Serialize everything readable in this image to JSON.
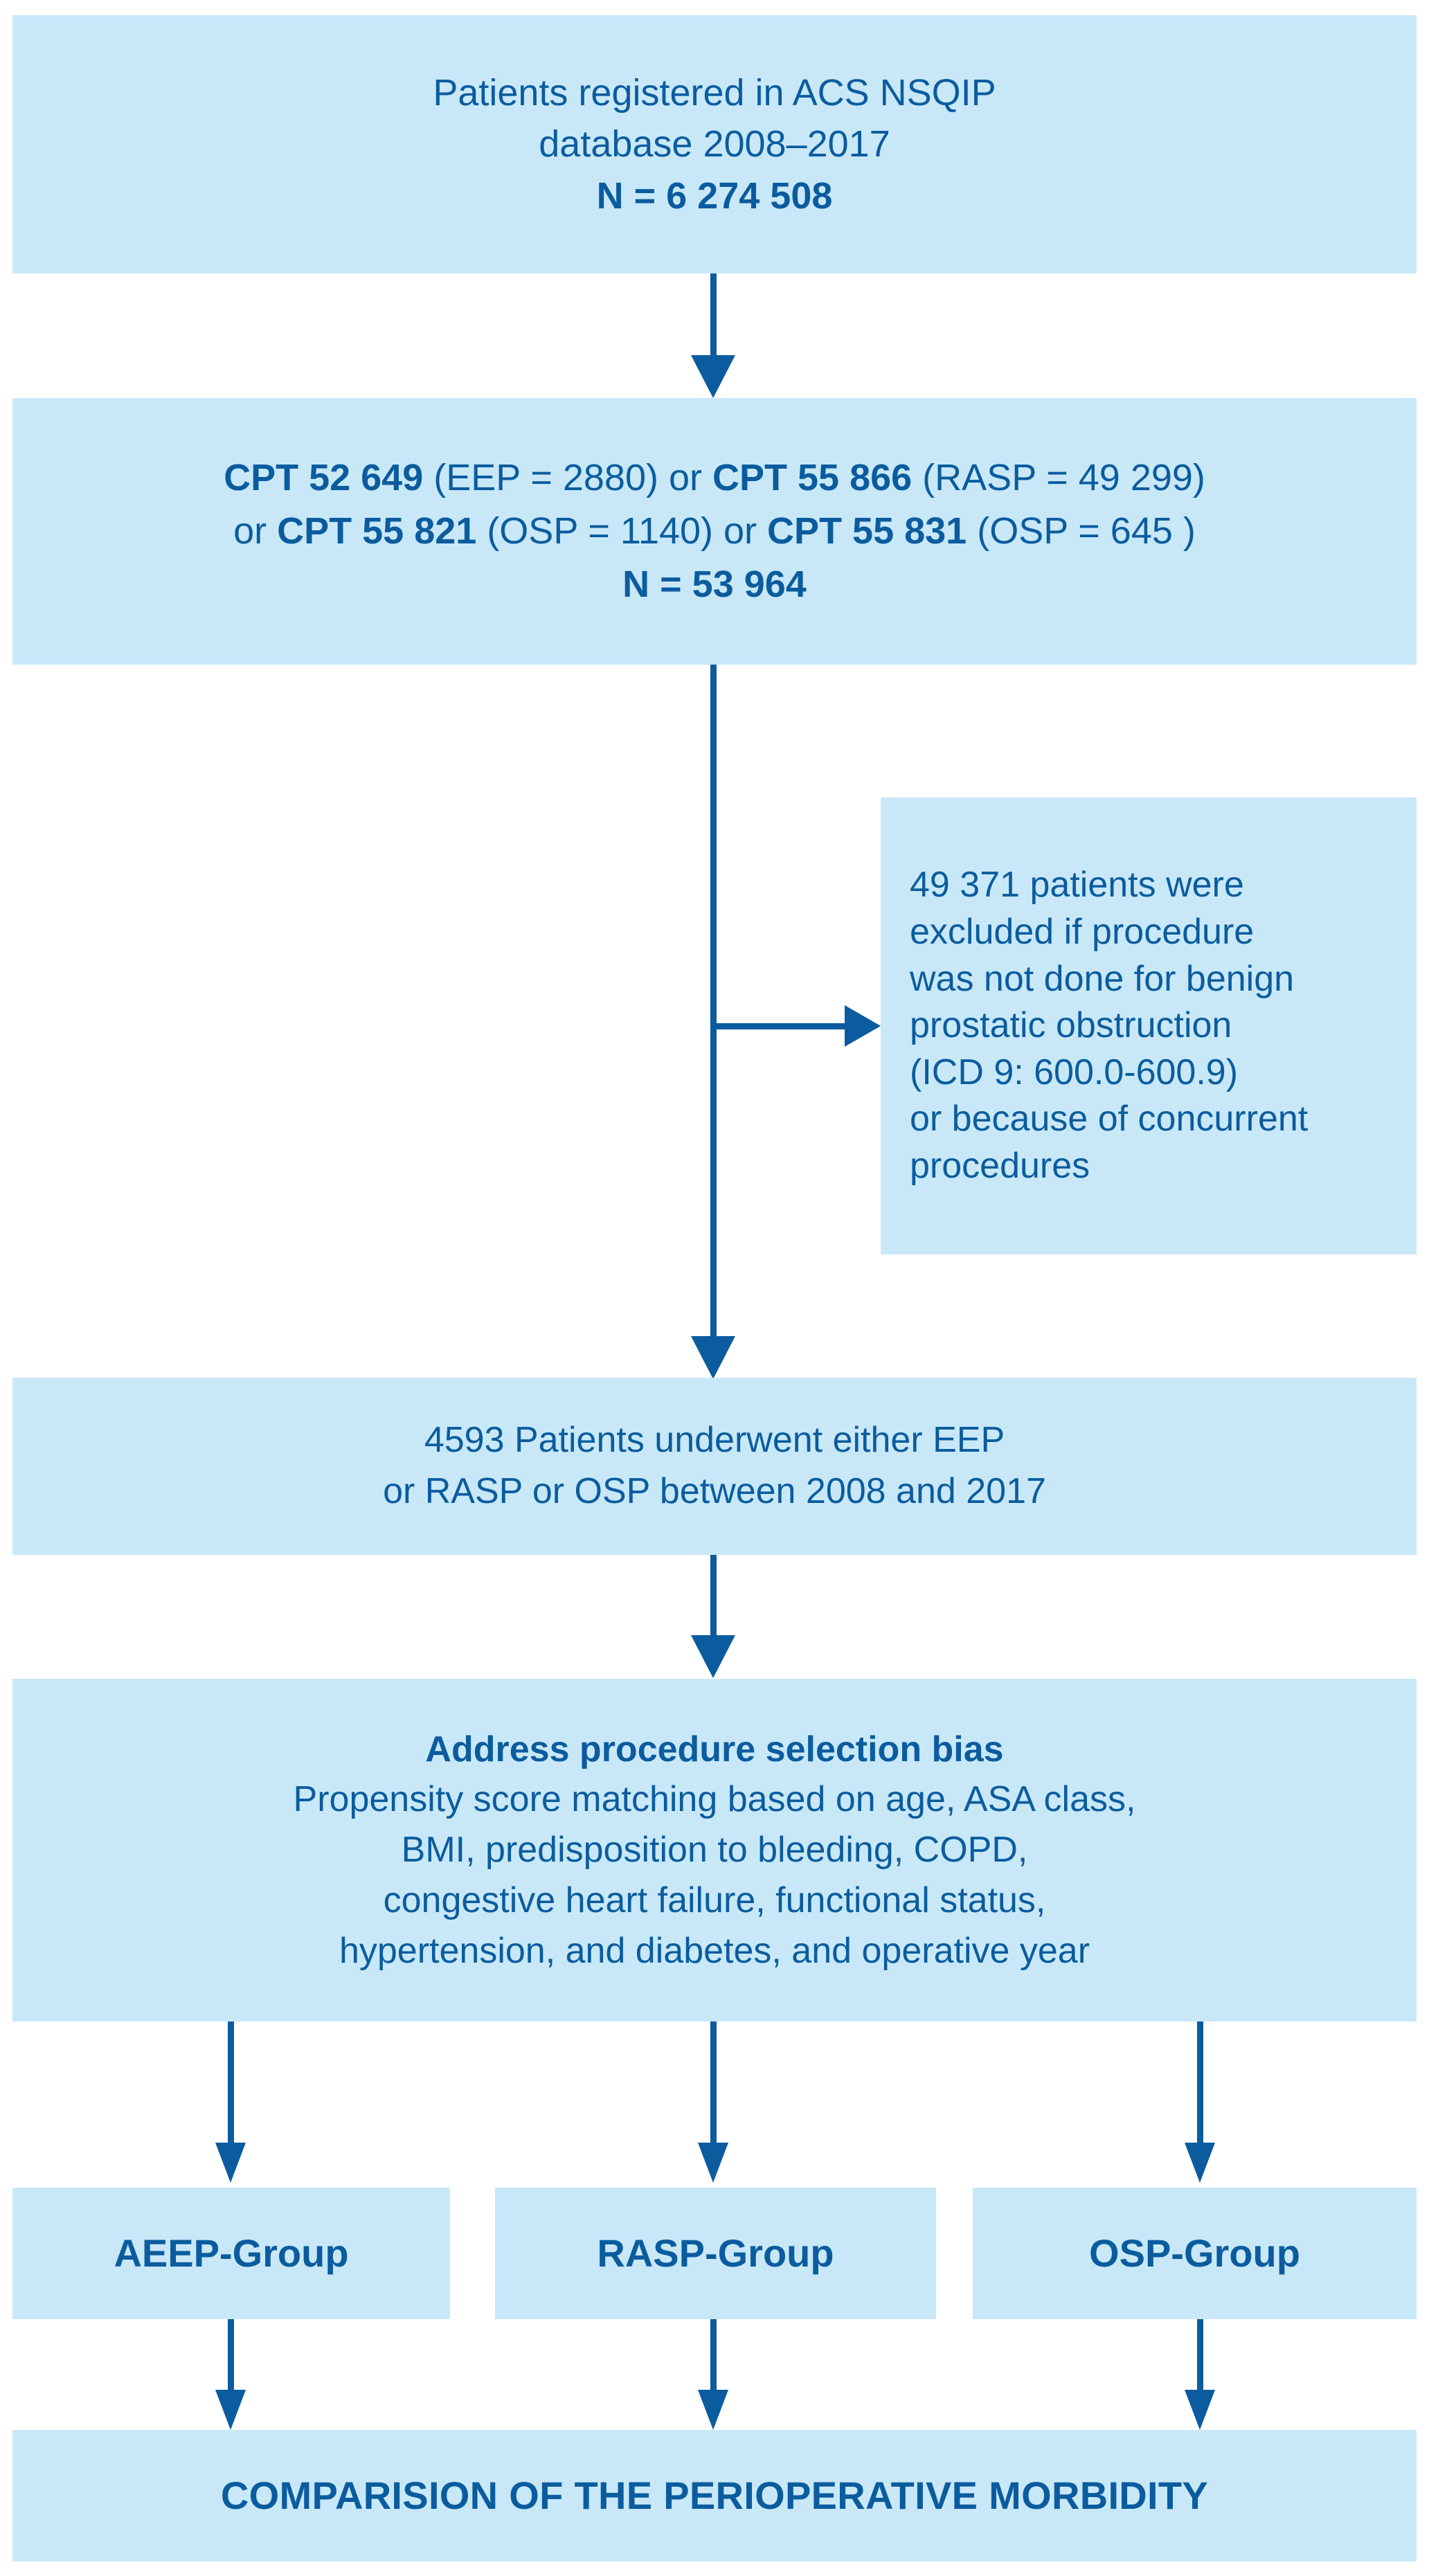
{
  "diagram": {
    "title": "Patient selection flow diagram",
    "colors": {
      "box_fill": "#c8e8f8",
      "text": "#0b5c9e",
      "arrow": "#0b5c9e",
      "background": "#ffffff"
    },
    "nodes": {
      "registry": {
        "line1": "Patients registered in ACS NSQIP",
        "line2": "database 2008–2017",
        "line3": "N = 6 274 508"
      },
      "cpt": {
        "line1_a": "CPT 52 649",
        "line1_b": " (EEP = 2880) or ",
        "line1_c": "CPT 55 866",
        "line1_d": " (RASP = 49 299)",
        "line2_a": "or ",
        "line2_b": "CPT 55 821",
        "line2_c": " (OSP = 1140) or ",
        "line2_d": "CPT 55 831",
        "line2_e": " (OSP = 645 )",
        "line3": "N = 53 964"
      },
      "excluded": {
        "line1": "49 371 patients were",
        "line2": "excluded if procedure",
        "line3": "was not done for benign",
        "line4": "prostatic obstruction",
        "line5": "(ICD 9: 600.0-600.9)",
        "line6": "or because of concurrent",
        "line7": "procedures"
      },
      "cohort": {
        "line1": "4593 Patients underwent either EEP",
        "line2": "or RASP or OSP between 2008 and 2017"
      },
      "bias": {
        "heading": "Address procedure selection bias",
        "line1": "Propensity score matching based on age, ASA class,",
        "line2": "BMI, predisposition to bleeding, COPD,",
        "line3": "congestive heart failure, functional status,",
        "line4": "hypertension, and diabetes, and operative year"
      },
      "groups": {
        "aeep": "AEEP-Group",
        "rasp": "RASP-Group",
        "osp": "OSP-Group"
      },
      "outcome": {
        "label": "COMPARISION OF THE PERIOPERATIVE MORBIDITY"
      }
    }
  }
}
